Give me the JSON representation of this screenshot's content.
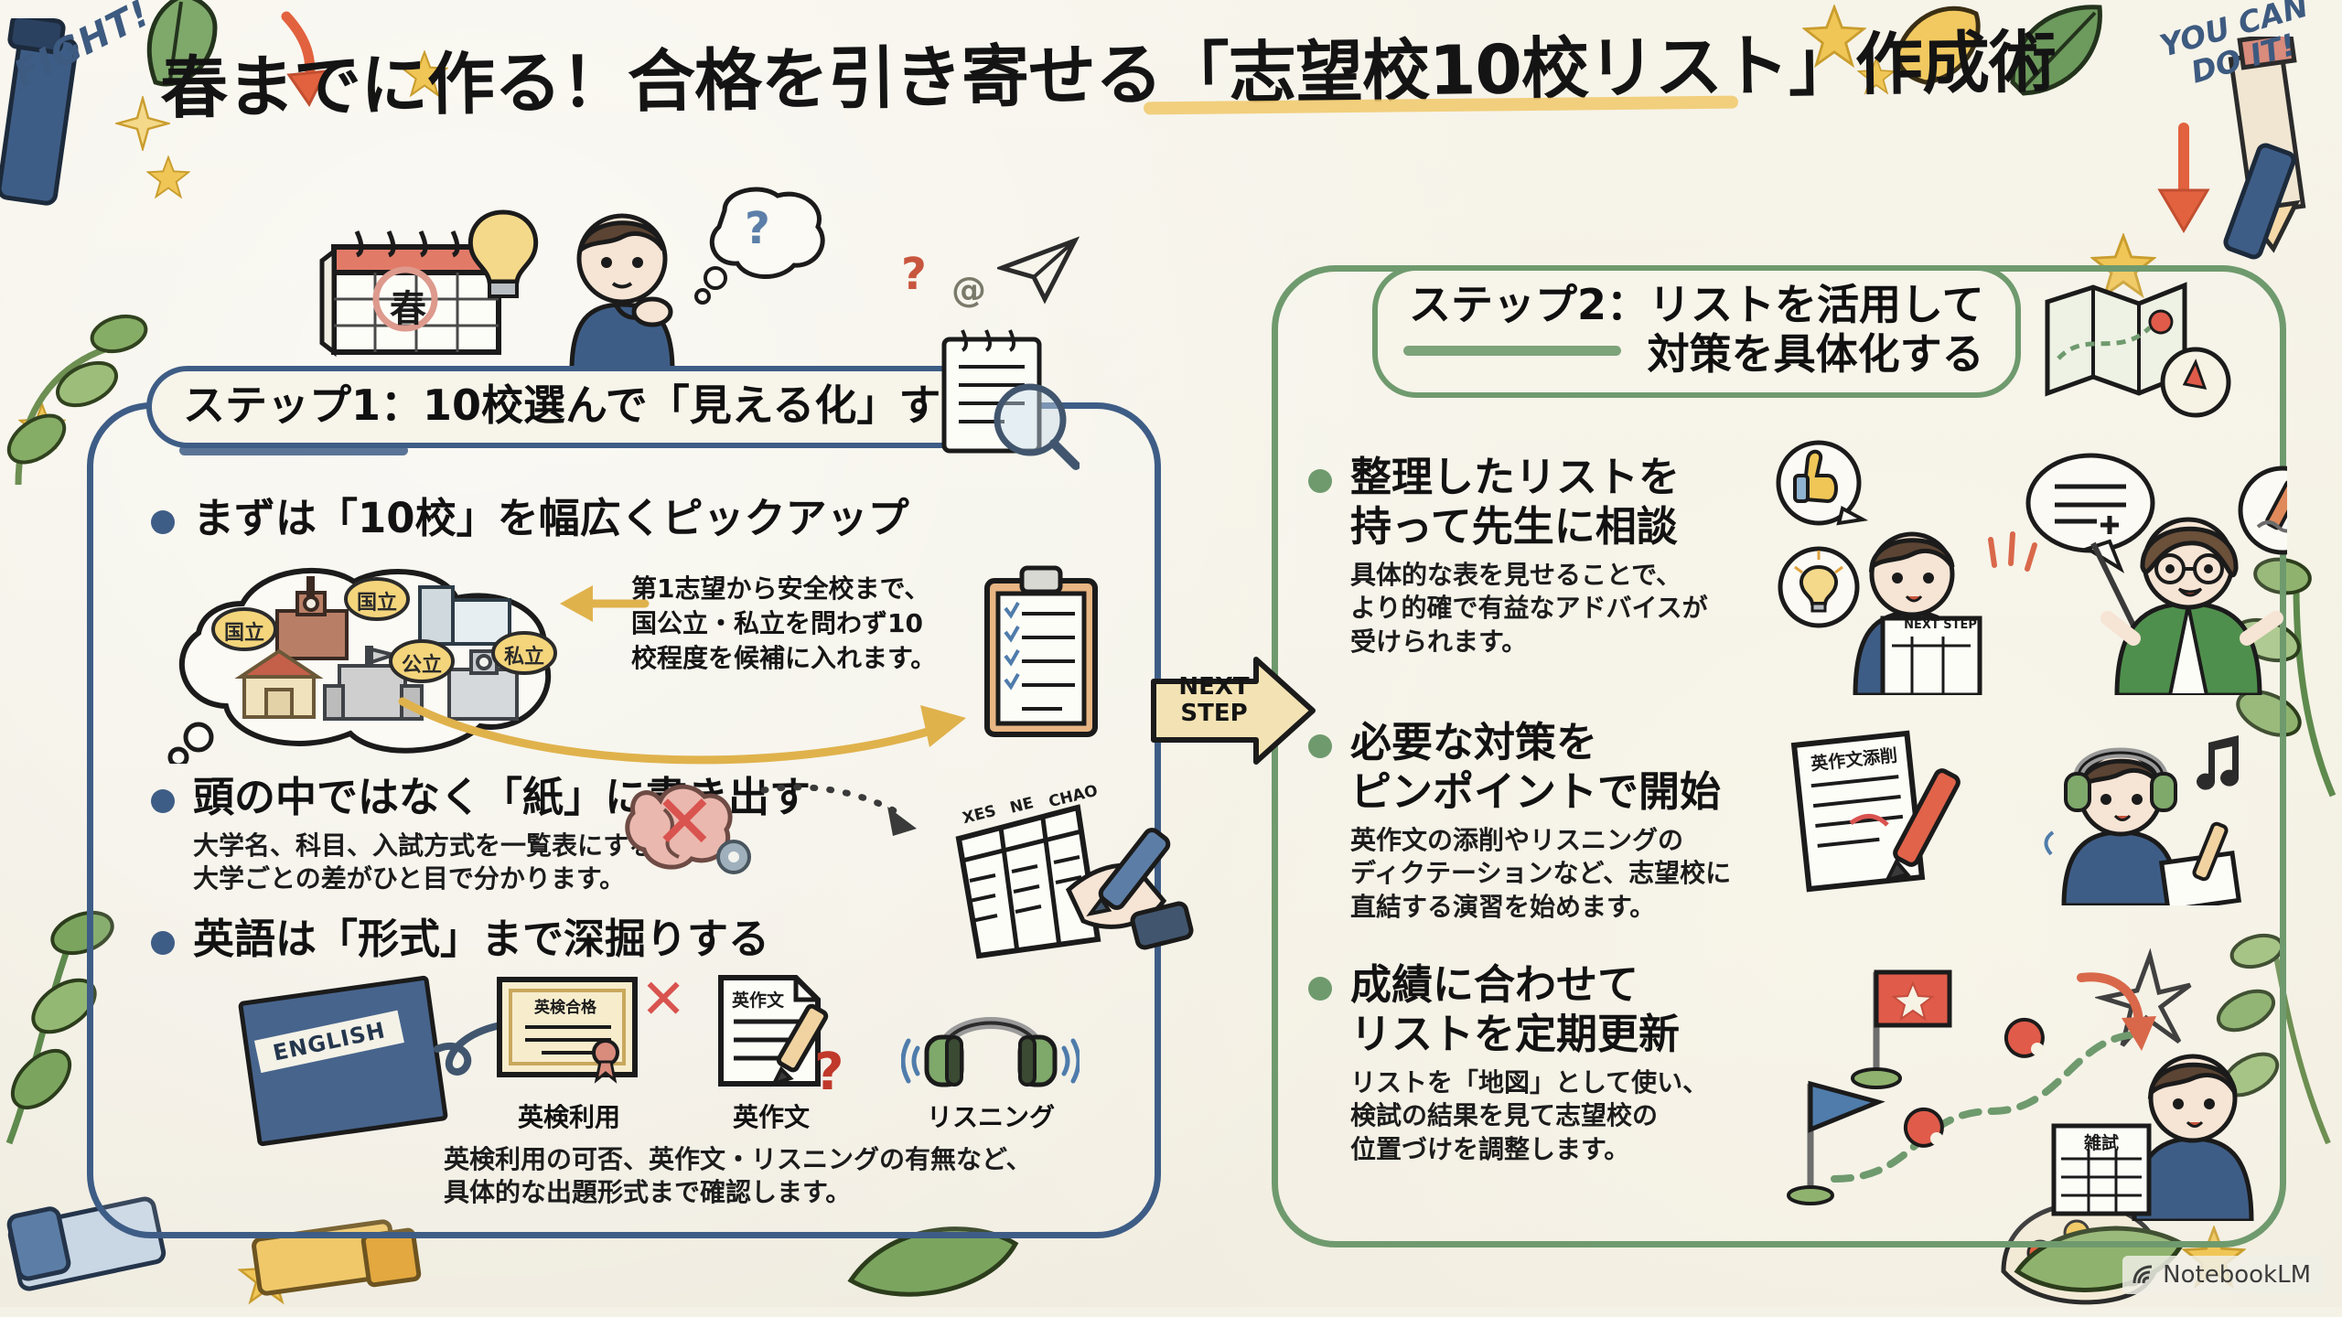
{
  "meta": {
    "background_color": "#f4f1e6",
    "accent_blue": "#3e5d86",
    "accent_green": "#6f9a6e",
    "accent_yellow": "#f0c86a",
    "accent_red": "#d9534f"
  },
  "header": {
    "title": "春までに作る！合格を引き寄せる「志望校10校リスト」作成術",
    "fight_label": "FIGHT!",
    "you_can_label_line1": "YOU CAN",
    "you_can_label_line2": "DO IT!"
  },
  "decor": {
    "calendar_kanji": "春",
    "question_mark": "?",
    "at_sign": "@"
  },
  "step1": {
    "header": "ステップ1：10校選んで「見える化」する",
    "bullets": [
      {
        "head": "まずは「10校」を幅広くピックアップ",
        "sub": ""
      },
      {
        "head": "頭の中ではなく「紙」に書き出す",
        "sub": "大学名、科目、入試方式を一覧表にすることで、\n大学ごとの差がひと目で分かります。"
      },
      {
        "head": "英語は「形式」まで深掘りする",
        "sub": ""
      }
    ],
    "annotation": "第1志望から安全校まで、\n国公立・私立を問わず10\n校程度を候補に入れます。",
    "caption": "英検利用の可否、英作文・リスニングの有無など、\n具体的な出題形式まで確認します。",
    "school_badges": [
      "国立",
      "国立",
      "公立",
      "私立"
    ],
    "english_items": [
      {
        "label": "英検利用",
        "mark": "✕"
      },
      {
        "label": "英作文",
        "mark": "?"
      },
      {
        "label": "リスニング",
        "mark": ""
      }
    ],
    "book_label": "ENGLISH",
    "cert_label": "英検合格",
    "doc_label": "英作文",
    "sheet_headers": [
      "XES",
      "NE",
      "CHAO"
    ]
  },
  "next_step": {
    "line1": "NEXT",
    "line2": "STEP"
  },
  "step2": {
    "header_line1": "ステップ2：リストを活用して",
    "header_line2": "対策を具体化する",
    "bullets": [
      {
        "head_line1": "整理したリストを",
        "head_line2": "持って先生に相談",
        "sub": "具体的な表を見せることで、\nより的確で有益なアドバイスが\n受けられます。"
      },
      {
        "head_line1": "必要な対策を",
        "head_line2": "ピンポイントで開始",
        "sub": "英作文の添削やリスニングの\nディクテーションなど、志望校に\n直結する演習を始めます。"
      },
      {
        "head_line1": "成績に合わせて",
        "head_line2": "リストを定期更新",
        "sub": "リストを「地図」として使い、\n検試の結果を見て志望校の\n位置づけを調整します。"
      }
    ],
    "list_paper_label": "NEXT STEP",
    "redpen_doc_label": "英作文添削",
    "mock_doc_label": "雑試"
  },
  "watermark": {
    "icon": "notebook-icon",
    "label": "NotebookLM"
  }
}
